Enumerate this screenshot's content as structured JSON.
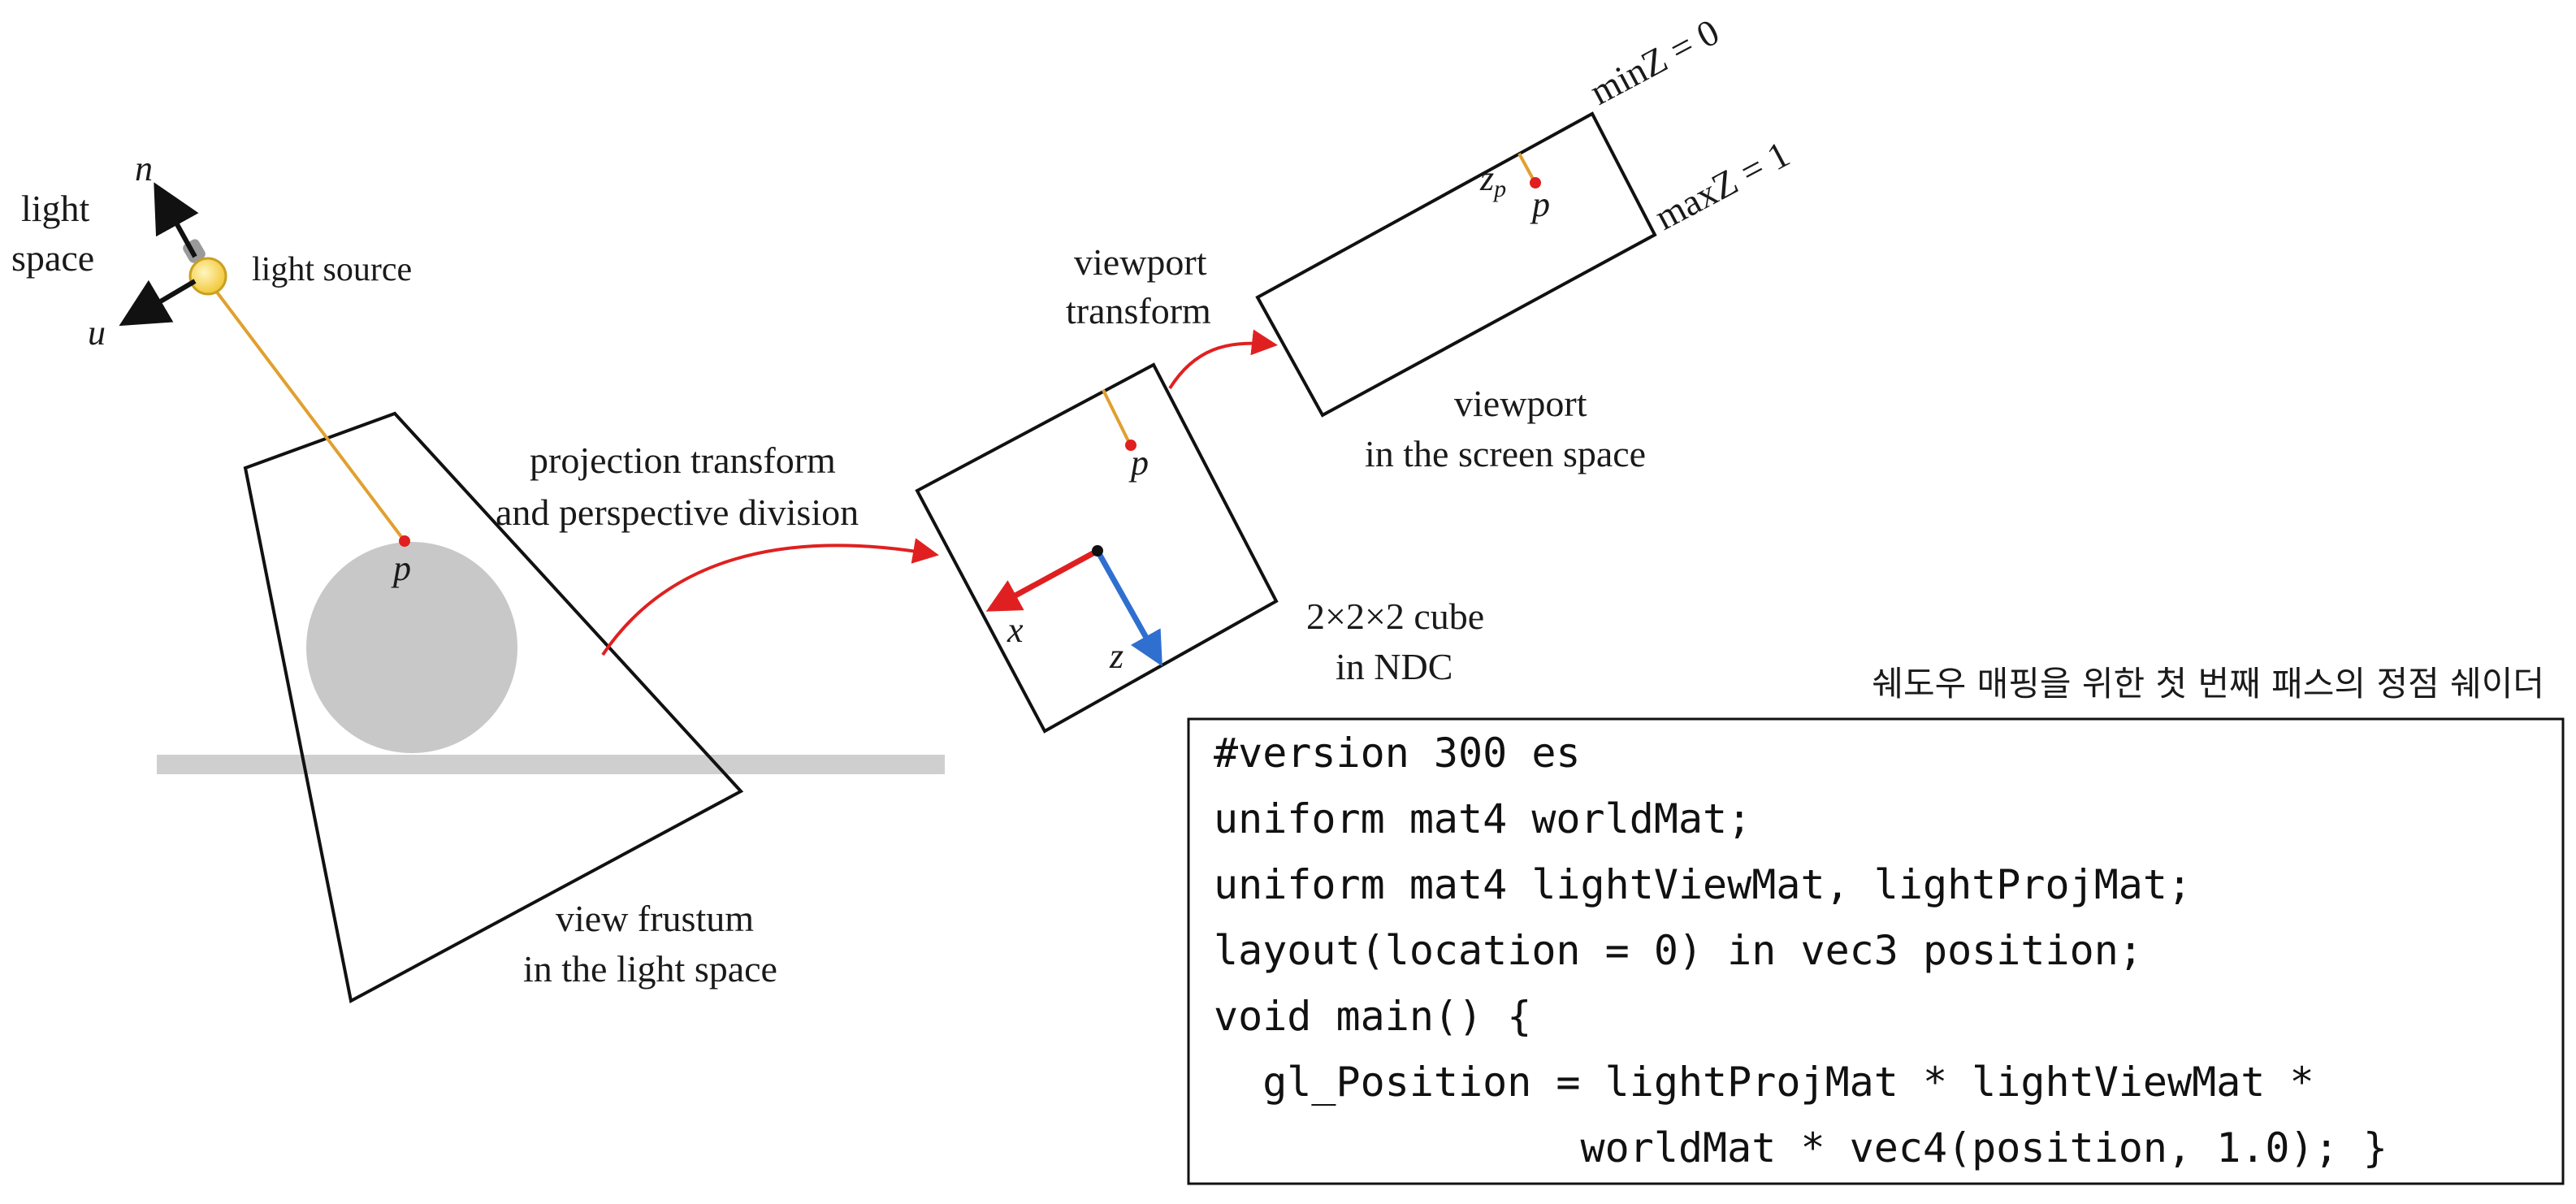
{
  "labels": {
    "light_space_line1": "light",
    "light_space_line2": "space",
    "axis_n": "n",
    "axis_u": "u",
    "light_source": "light source",
    "point_p_frustum": "p",
    "view_frustum_line1": "view frustum",
    "view_frustum_line2": "in the light space",
    "projection_line1": "projection transform",
    "projection_line2": "and perspective division",
    "point_p_cube": "p",
    "axis_x": "x",
    "axis_z": "z",
    "cube_line1": "2×2×2 cube",
    "cube_line2": "in NDC",
    "viewport_transform_line1": "viewport",
    "viewport_transform_line2": "transform",
    "viewport_line1": "viewport",
    "viewport_line2": "in the screen space",
    "z_p": "z",
    "z_p_sub": "p",
    "point_p_viewport": "p",
    "min_z": "minZ = 0",
    "max_z": "maxZ = 1"
  },
  "code_caption": "쉐도우 매핑을 위한 첫 번째 패스의 정점 쉐이더",
  "code_lines": [
    "#version 300 es",
    "uniform mat4 worldMat;",
    "uniform mat4 lightViewMat, lightProjMat;",
    "layout(location = 0) in vec3 position;",
    "void main() {",
    "  gl_Position = lightProjMat * lightViewMat *",
    "               worldMat * vec4(position, 1.0); }"
  ],
  "colors": {
    "red_arrow": "#e02020",
    "blue_axis": "#2f6fd0",
    "light_ray": "#e0a030",
    "sphere": "#c8c8c8",
    "ground": "#cfcfcf",
    "bulb": "#f5d451"
  }
}
